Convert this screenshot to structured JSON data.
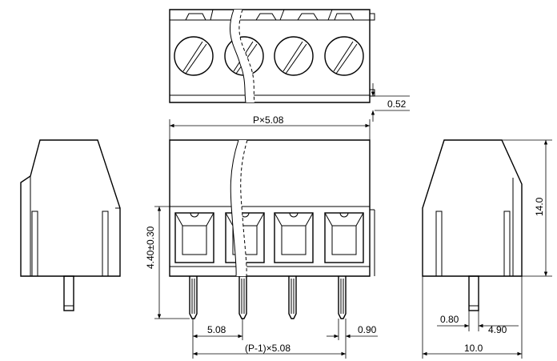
{
  "dimensions": {
    "pin_offset": "0.52",
    "width_total": "P×5.08",
    "height": "14.0",
    "pin_height": "4.40±0.30",
    "pitch": "5.08",
    "pin_width": "0.90",
    "pitch_total": "(P-1)×5.08",
    "pin_thickness": "0.80",
    "pin_position": "4.90",
    "depth": "10.0"
  },
  "colors": {
    "line": "#000000",
    "background": "#ffffff"
  },
  "terminal_count": 4
}
